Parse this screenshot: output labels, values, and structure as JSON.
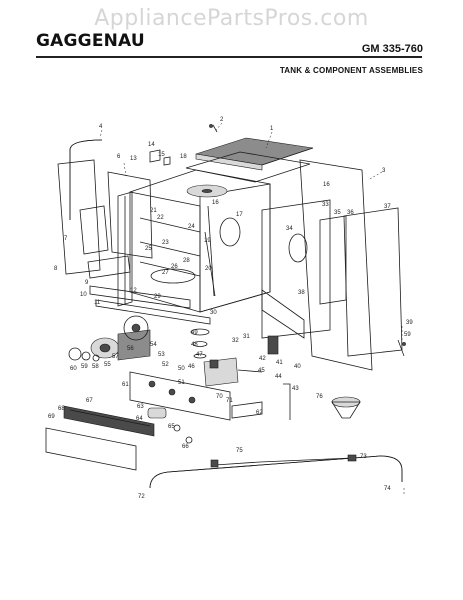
{
  "watermark": "AppliancePartsPros.com",
  "header": {
    "brand": "GAGGENAU",
    "model": "GM 335-760",
    "section_title": "TANK & COMPONENT ASSEMBLIES"
  },
  "callouts": {
    "c1": "1",
    "c2": "2",
    "c3": "3",
    "c4": "4",
    "c6": "6",
    "c7": "7",
    "c8": "8",
    "c9": "9",
    "c10": "10",
    "c11": "11",
    "c12": "12",
    "c13": "13",
    "c14": "14",
    "c15": "15",
    "c16": "16",
    "c17": "17",
    "c18": "18",
    "c19": "19",
    "c20": "20",
    "c21": "21",
    "c22": "22",
    "c23": "23",
    "c24": "24",
    "c25": "25",
    "c26": "26",
    "c27": "27",
    "c28": "28",
    "c29": "29",
    "c30": "30",
    "c31": "31",
    "c32": "32",
    "c33": "33",
    "c34": "34",
    "c35": "35",
    "c36": "36",
    "c37": "37",
    "c38": "38",
    "c39": "39",
    "c40": "40",
    "c41": "41",
    "c42": "42",
    "c43": "43",
    "c44": "44",
    "c45": "45",
    "c46": "46",
    "c47": "47",
    "c48": "48",
    "c49": "49",
    "c50": "50",
    "c51": "51",
    "c52": "52",
    "c53": "53",
    "c54": "54",
    "c55": "55",
    "c56": "56",
    "c57": "57",
    "c58": "58",
    "c59": "59",
    "c60": "60",
    "c61": "61",
    "c62": "62",
    "c63": "63",
    "c64": "64",
    "c65": "65",
    "c66": "66",
    "c67": "67",
    "c68": "68",
    "c69": "69",
    "c70": "70",
    "c71": "71",
    "c72": "72",
    "c73": "73",
    "c74": "74",
    "c75": "75",
    "c76": "76"
  }
}
